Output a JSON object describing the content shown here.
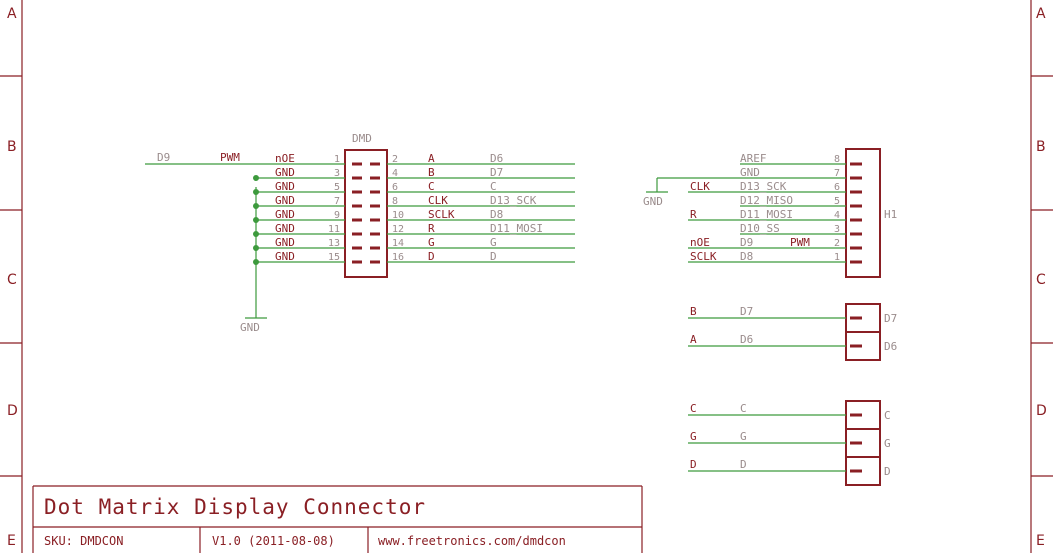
{
  "zones": [
    "A",
    "B",
    "C",
    "D",
    "E"
  ],
  "title_block": {
    "title": "Dot Matrix Display Connector",
    "sku": "SKU: DMDCON",
    "version": "V1.0 (2011-08-08)",
    "url": "www.freetronics.com/dmdcon"
  },
  "dmd": {
    "label": "DMD",
    "rows": [
      {
        "left_signal": "nOE",
        "left_pin": "1",
        "right_pin": "2",
        "right_signal": "A",
        "right_net": "D6"
      },
      {
        "left_signal": "GND",
        "left_pin": "3",
        "right_pin": "4",
        "right_signal": "B",
        "right_net": "D7"
      },
      {
        "left_signal": "GND",
        "left_pin": "5",
        "right_pin": "6",
        "right_signal": "C",
        "right_net": "C"
      },
      {
        "left_signal": "GND",
        "left_pin": "7",
        "right_pin": "8",
        "right_signal": "CLK",
        "right_net": "D13_SCK"
      },
      {
        "left_signal": "GND",
        "left_pin": "9",
        "right_pin": "10",
        "right_signal": "SCLK",
        "right_net": "D8"
      },
      {
        "left_signal": "GND",
        "left_pin": "11",
        "right_pin": "12",
        "right_signal": "R",
        "right_net": "D11_MOSI"
      },
      {
        "left_signal": "GND",
        "left_pin": "13",
        "right_pin": "14",
        "right_signal": "G",
        "right_net": "G"
      },
      {
        "left_signal": "GND",
        "left_pin": "15",
        "right_pin": "16",
        "right_signal": "D",
        "right_net": "D"
      }
    ],
    "input_net": "D9",
    "input_signal": "PWM",
    "ground_label": "GND"
  },
  "h1": {
    "label": "H1",
    "ground_label": "GND",
    "rows": [
      {
        "pin": "8",
        "net": "AREF",
        "signal": ""
      },
      {
        "pin": "7",
        "net": "GND",
        "signal": ""
      },
      {
        "pin": "6",
        "net": "D13_SCK",
        "signal": "CLK"
      },
      {
        "pin": "5",
        "net": "D12_MISO",
        "signal": ""
      },
      {
        "pin": "4",
        "net": "D11_MOSI",
        "signal": "R"
      },
      {
        "pin": "3",
        "net": "D10_SS",
        "signal": ""
      },
      {
        "pin": "2",
        "net": "D9",
        "signal": "nOE",
        "extra": "PWM"
      },
      {
        "pin": "1",
        "net": "D8",
        "signal": "SCLK"
      }
    ]
  },
  "jumpers_top": [
    {
      "signal": "B",
      "net": "D7",
      "label": "D7"
    },
    {
      "signal": "A",
      "net": "D6",
      "label": "D6"
    }
  ],
  "jumpers_bottom": [
    {
      "signal": "C",
      "net": "C",
      "label": "C"
    },
    {
      "signal": "G",
      "net": "G",
      "label": "G"
    },
    {
      "signal": "D",
      "net": "D",
      "label": "D"
    }
  ]
}
